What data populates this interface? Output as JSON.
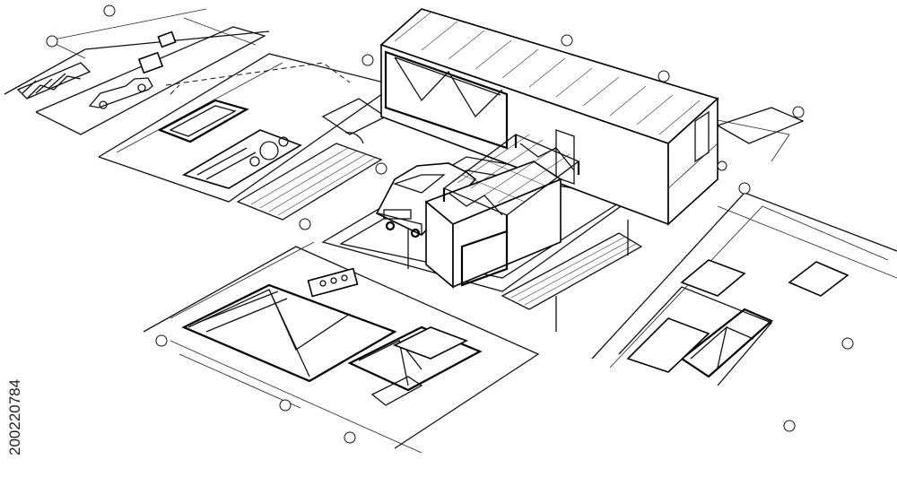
{
  "stock_id": "200220784",
  "colors": {
    "line": "#111111",
    "background": "#ffffff"
  },
  "drawing_parts": [
    "site-plan-sheets",
    "house-perspective",
    "car",
    "pergola",
    "axis-markers"
  ]
}
